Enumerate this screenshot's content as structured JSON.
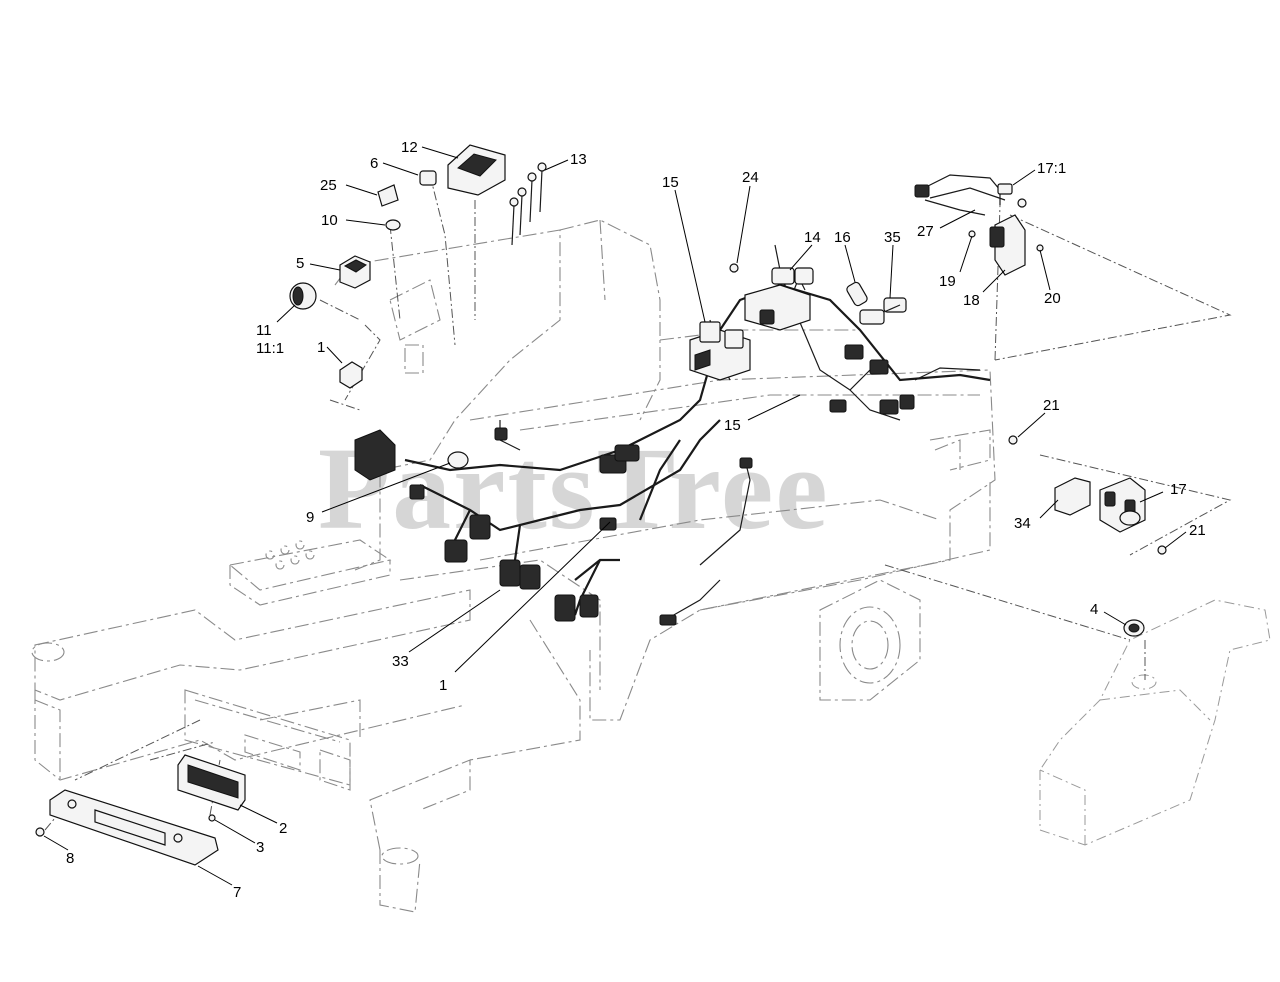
{
  "watermark": "PartsTree",
  "callouts": {
    "c12": "12",
    "c6": "6",
    "c13": "13",
    "c25": "25",
    "c10": "10",
    "c5": "5",
    "c11": "11",
    "c11_1": "11:1",
    "c1_top": "1",
    "c15_top": "15",
    "c24": "24",
    "c14": "14",
    "c16": "16",
    "c35": "35",
    "c17_1": "17:1",
    "c27": "27",
    "c19": "19",
    "c18": "18",
    "c20": "20",
    "c15_mid": "15",
    "c21_top": "21",
    "c17": "17",
    "c34": "34",
    "c21_bot": "21",
    "c9": "9",
    "c33": "33",
    "c1_bot": "1",
    "c4": "4",
    "c2": "2",
    "c3": "3",
    "c8": "8",
    "c7": "7"
  }
}
